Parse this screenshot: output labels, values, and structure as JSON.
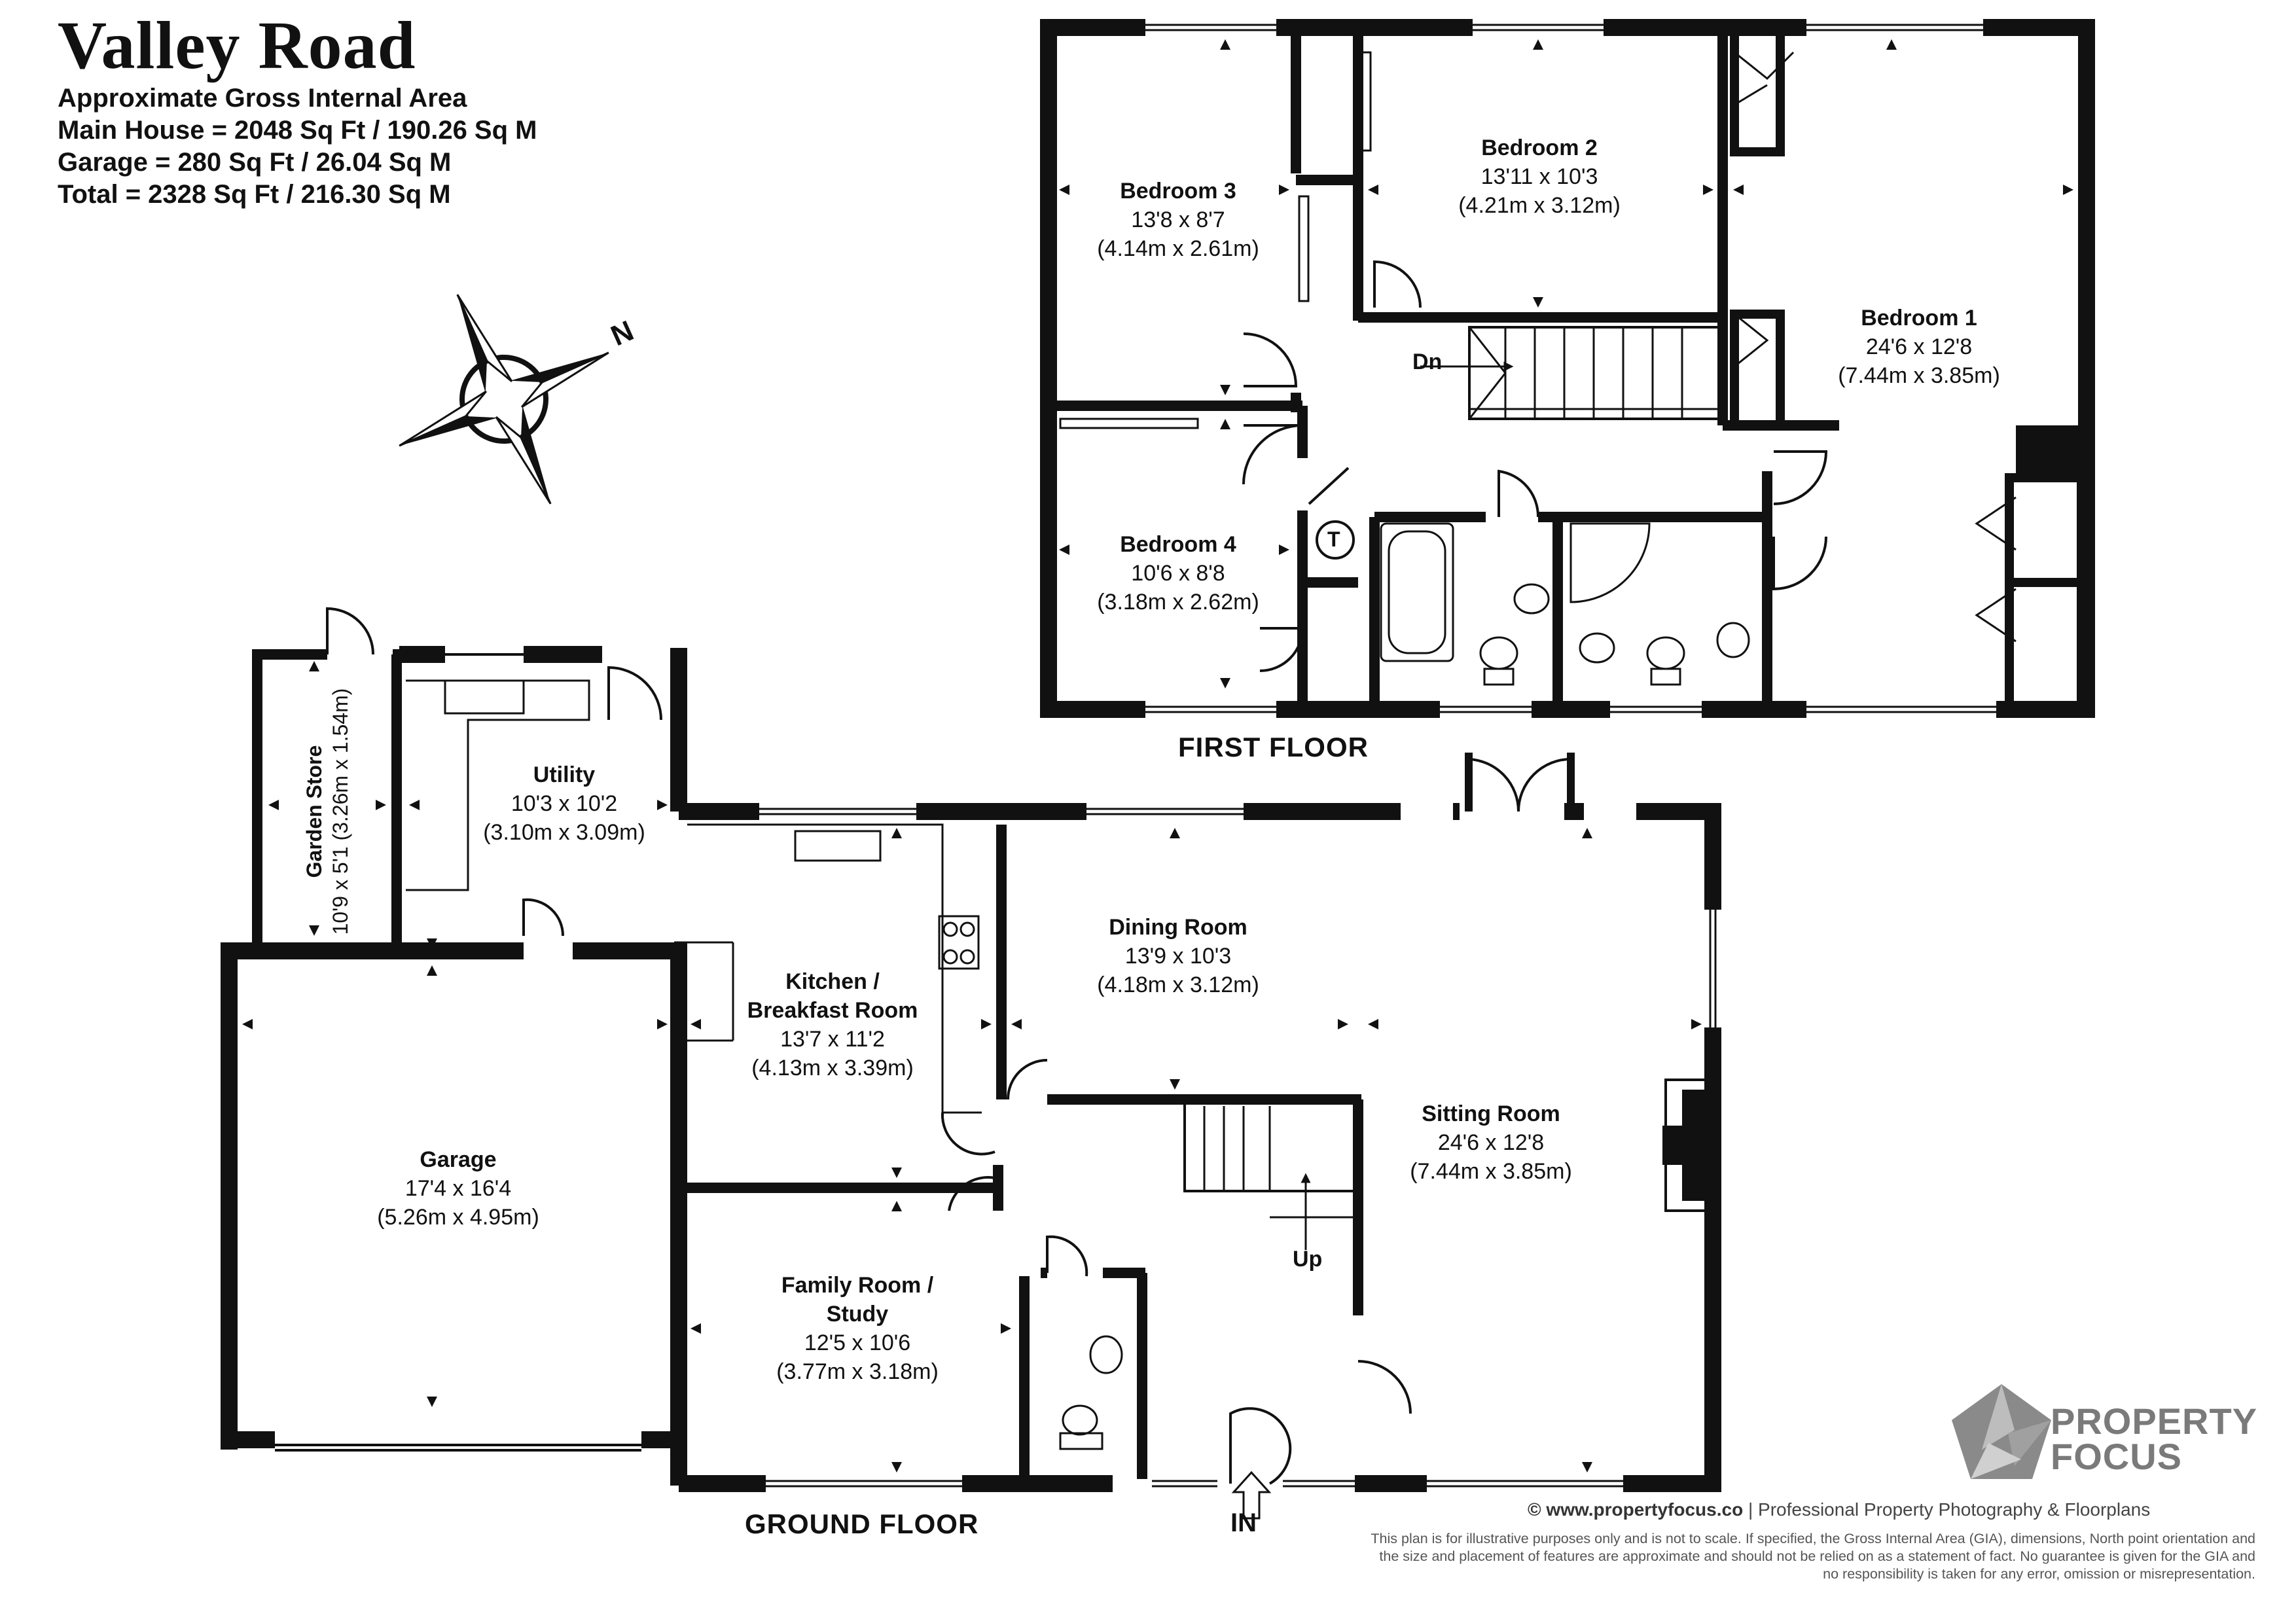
{
  "header": {
    "title": "Valley Road",
    "subtitle": "Approximate Gross Internal Area",
    "main_house": "Main House = 2048 Sq Ft / 190.26 Sq M",
    "garage": "Garage = 280 Sq Ft / 26.04 Sq M",
    "total": "Total = 2328 Sq Ft / 216.30 Sq M"
  },
  "compass": {
    "label": "N"
  },
  "floors": {
    "first": "FIRST FLOOR",
    "ground": "GROUND FLOOR"
  },
  "first_floor_rooms": [
    {
      "name": "Bedroom 3",
      "imperial": "13'8 x 8'7",
      "metric": "(4.14m x 2.61m)"
    },
    {
      "name": "Bedroom 2",
      "imperial": "13'11 x 10'3",
      "metric": "(4.21m x 3.12m)"
    },
    {
      "name": "Bedroom 1",
      "imperial": "24'6 x 12'8",
      "metric": "(7.44m x 3.85m)"
    },
    {
      "name": "Bedroom 4",
      "imperial": "10'6 x 8'8",
      "metric": "(3.18m x 2.62m)"
    }
  ],
  "ground_floor_rooms": [
    {
      "name": "Utility",
      "imperial": "10'3 x 10'2",
      "metric": "(3.10m x 3.09m)"
    },
    {
      "name": "Dining Room",
      "imperial": "13'9 x 10'3",
      "metric": "(4.18m x 3.12m)"
    },
    {
      "name": "Kitchen /",
      "name2": "Breakfast Room",
      "imperial": "13'7 x 11'2",
      "metric": "(4.13m x 3.39m)"
    },
    {
      "name": "Sitting Room",
      "imperial": "24'6 x 12'8",
      "metric": "(7.44m x 3.85m)"
    },
    {
      "name": "Garage",
      "imperial": "17'4 x 16'4",
      "metric": "(5.26m x 4.95m)"
    },
    {
      "name": "Family Room /",
      "name2": "Study",
      "imperial": "12'5 x 10'6",
      "metric": "(3.77m x 3.18m)"
    }
  ],
  "garden_store": {
    "name": "Garden Store",
    "imperial": "10'9 x 5'1",
    "metric": "(3.26m x 1.54m)"
  },
  "labels": {
    "down": "Dn",
    "up": "Up",
    "entrance": "IN",
    "cylinder": "T"
  },
  "footer": {
    "copyright": "© www.propertyfocus.co",
    "tagline": " | Professional Property Photography & Floorplans",
    "disclaimer": "This plan is for illustrative purposes only and is not to scale. If specified, the Gross Internal Area (GIA), dimensions, North point orientation and the size and placement of features are approximate and should not be relied on as a statement of fact. No guarantee is given for the GIA and no responsibility is taken for any error, omission or misrepresentation."
  },
  "brand": {
    "line1": "PROPERTY",
    "line2": "FOCUS"
  },
  "colors": {
    "wall": "#111111",
    "logo": "#7a7a7a",
    "text": "#111111"
  }
}
